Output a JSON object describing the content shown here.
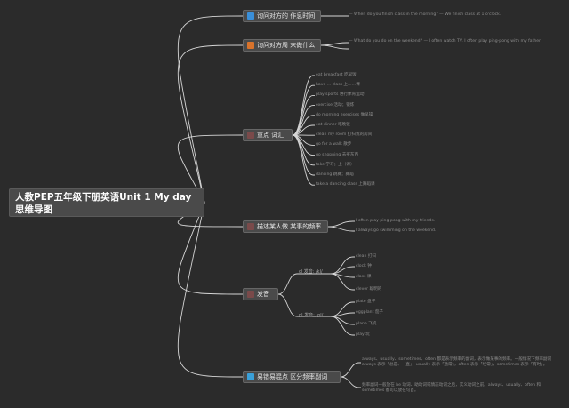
{
  "root": {
    "title": "人教PEP五年级下册英语Unit 1 My day思维导图"
  },
  "branches": {
    "b1": {
      "label": "询问对方的 作息时间",
      "icon": "house-icon",
      "icon_color": "#3a8fd9",
      "notes": [
        "— When do you finish class in the morning? — We finish class at 1 o'clock."
      ]
    },
    "b2": {
      "label": "询问对方周 末做什么",
      "icon": "flag-icon",
      "icon_color": "#d9732b",
      "notes": [
        "— What do you do on the weekend? — I often watch TV. I often play ping-pong with my father."
      ]
    },
    "b3": {
      "label": "重点 词汇",
      "icon": "book-icon",
      "icon_color": "#7a4a4a",
      "words": [
        "eat breakfast 吃早饭",
        "have ... class 上……课",
        "play sports 进行体育运动",
        "exercise 活动；锻炼",
        "do morning exercises 做早操",
        "eat dinner 吃晚饭",
        "clean my room 打扫我的房间",
        "go for a walk 散步",
        "go shopping 去买东西",
        "take 学习；上（课）",
        "dancing 跳舞；舞蹈",
        "take a dancing class 上舞蹈课"
      ]
    },
    "b4": {
      "label": "描述某人做 某事的频率",
      "icon": "pencil-icon",
      "icon_color": "#7a4a4a",
      "notes": [
        "I often play ping-pong with my friends.",
        "I always go swimming on the weekend."
      ]
    },
    "b5": {
      "label": "发音",
      "icon": "speaker-icon",
      "icon_color": "#7a4a4a",
      "groups": [
        {
          "label": "cl 发音: /kl/",
          "words": [
            "clean 打扫",
            "clock 钟",
            "class 课",
            "clever 聪明的"
          ]
        },
        {
          "label": "pl 发音: /pl/",
          "words": [
            "plate 盘子",
            "eggplant 茄子",
            "plane 飞机",
            "play 玩"
          ]
        }
      ]
    },
    "b6": {
      "label": "易错易混点 区分频率副词",
      "icon": "star-icon",
      "icon_color": "#3aa0d9",
      "notes": [
        "always、usually、sometimes、often 都是表示频率的副词，表示做某事的频率。一般情况下频率副词 always 表示「总是、一直」，usually 表示「通常」，often 表示「经常」，sometimes 表示「有时」。",
        "频率副词一般放在 be 动词、助动词或情态动词之后，实义动词之前。always、usually、often 和 sometimes 都可以放在句首。"
      ]
    }
  }
}
